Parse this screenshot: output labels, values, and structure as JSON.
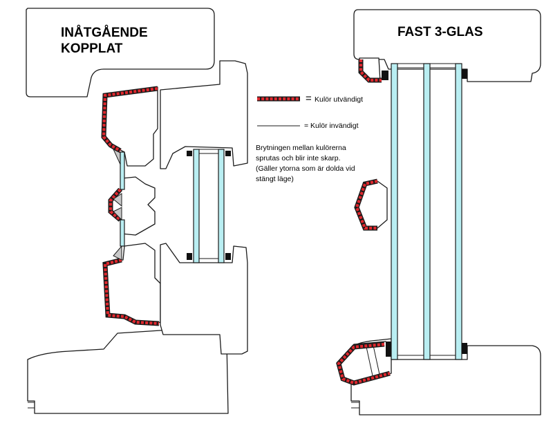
{
  "titles": {
    "left_line1": "INÅTGÅENDE",
    "left_line2": "KOPPLAT",
    "right": "FAST 3-GLAS"
  },
  "legend": {
    "exterior_eq": "=",
    "exterior_label": "Kulör utvändigt",
    "interior_label": "= Kulör invändigt"
  },
  "note": {
    "lines": [
      "Brytningen mellan kulörerna",
      "sprutas och blir inte skarp.",
      "(Gäller ytorna som är dolda vid",
      "stängt läge)"
    ]
  },
  "colors": {
    "exterior_paint": "#e0282e",
    "glass": "#b9eef2",
    "gasket": "#111111",
    "outline": "#1a1a1a"
  }
}
